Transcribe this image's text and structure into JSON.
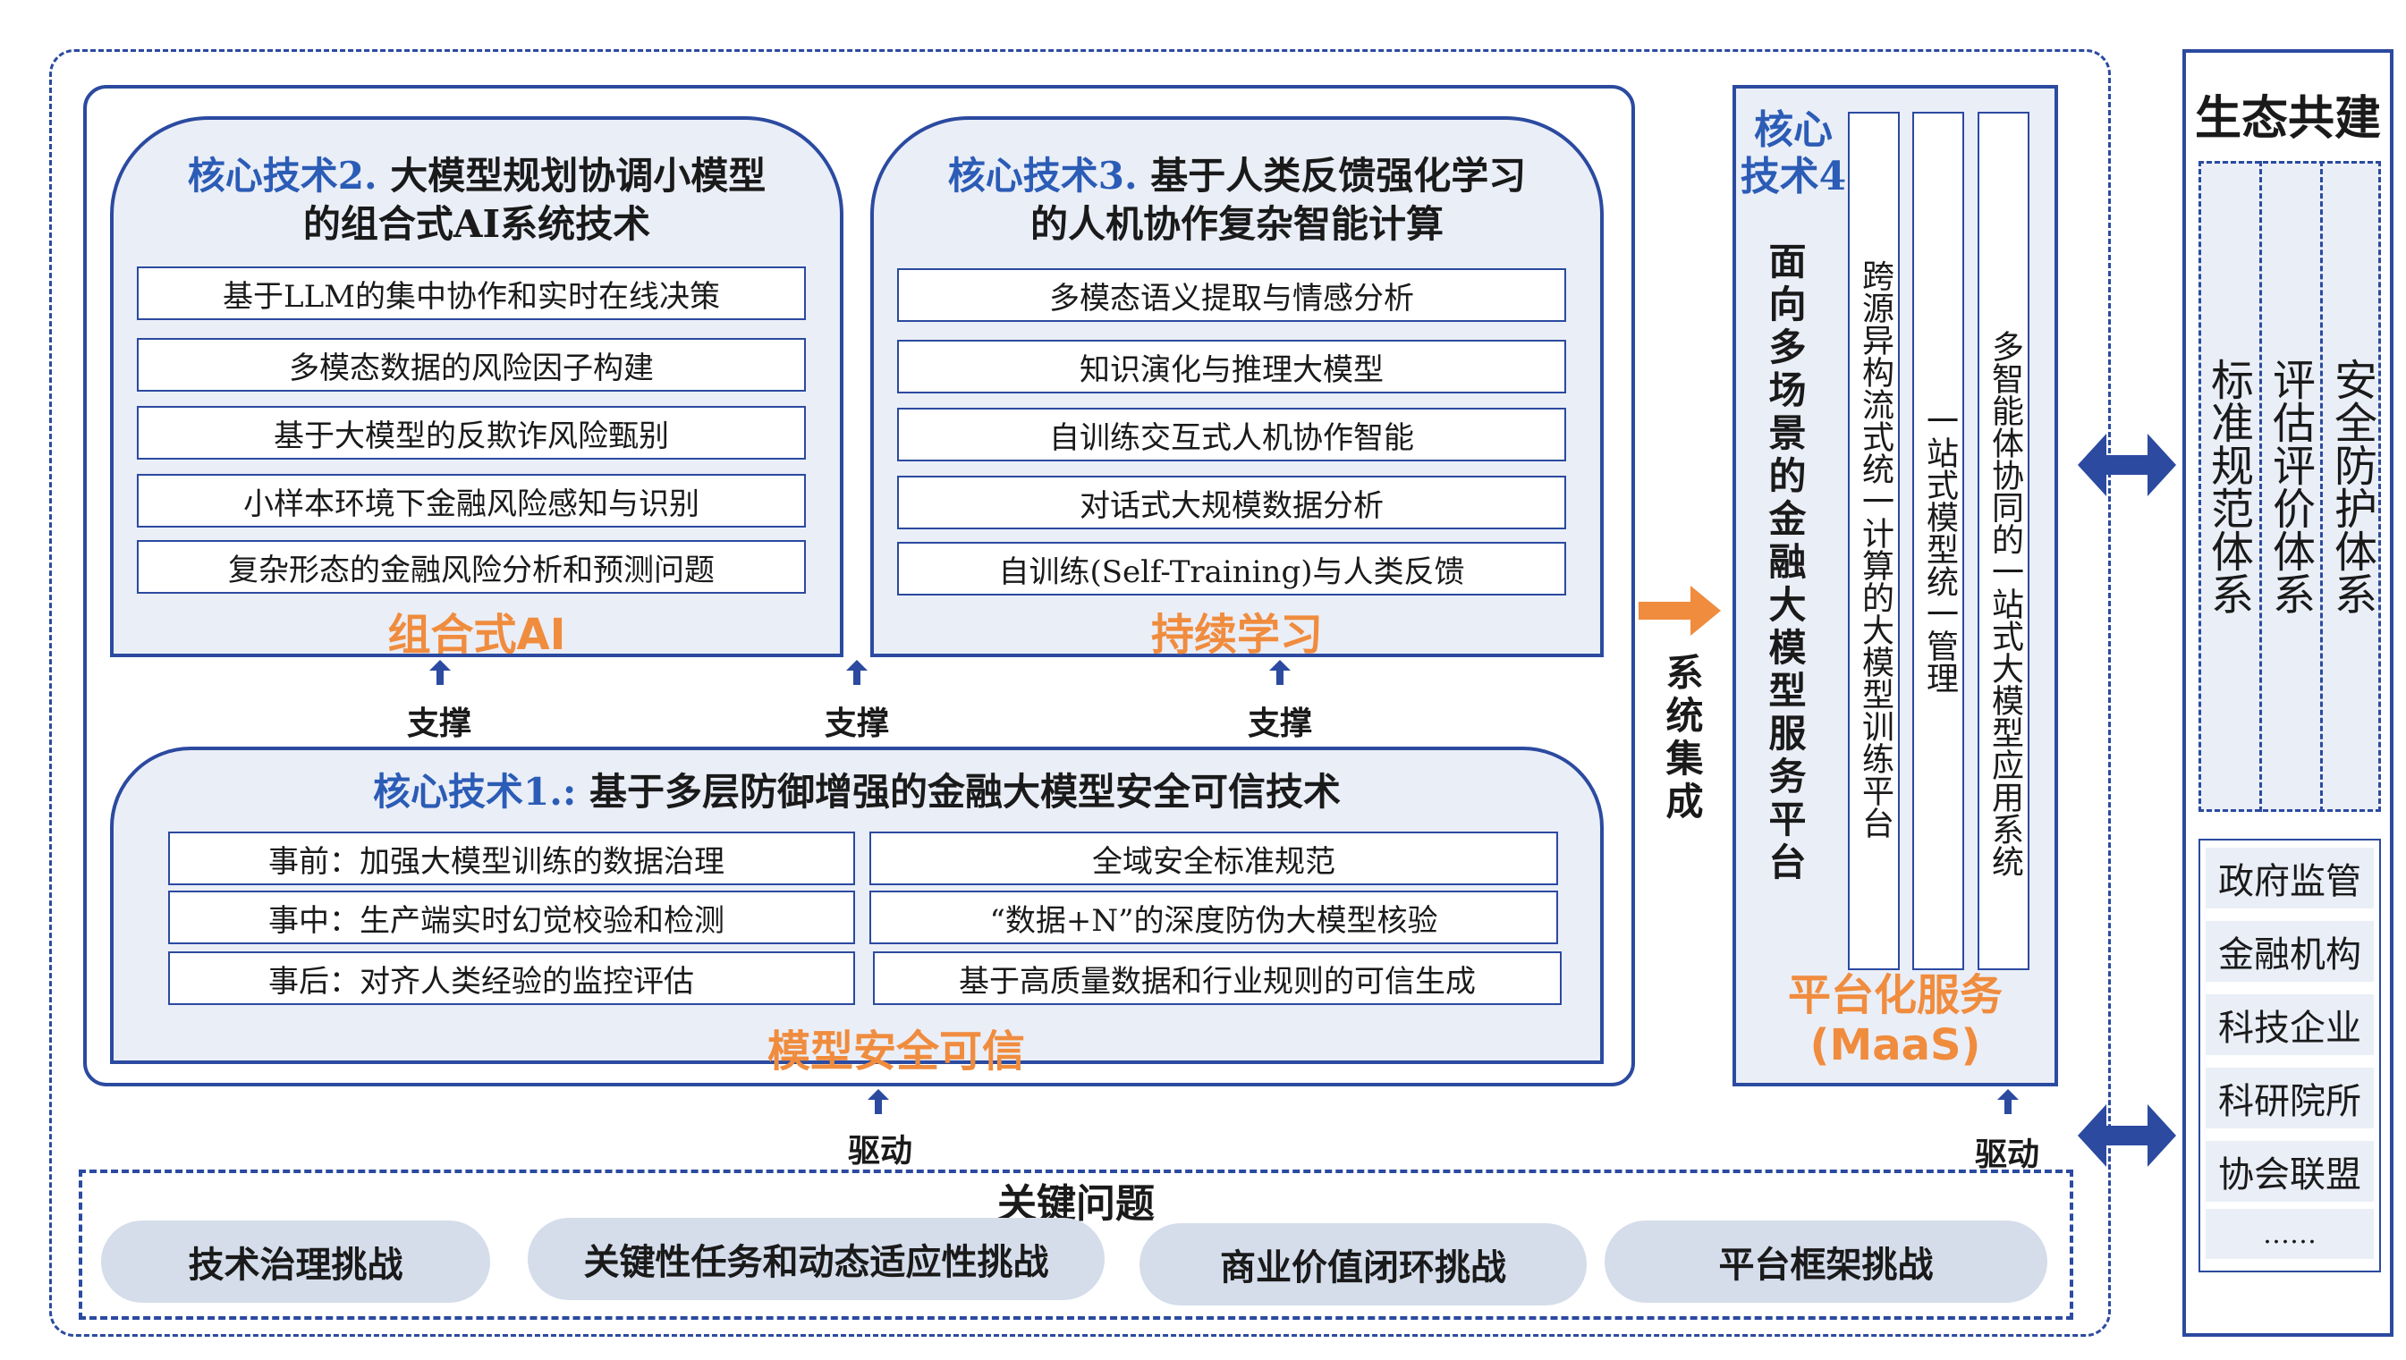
{
  "core2": {
    "prefix": "核心技术2.",
    "title_line1": "大模型规划协调小模型",
    "title_line2": "的组合式AI系统技术",
    "items": [
      "基于LLM的集中协作和实时在线决策",
      "多模态数据的风险因子构建",
      "基于大模型的反欺诈风险甄别",
      "小样本环境下金融风险感知与识别",
      "复杂形态的金融风险分析和预测问题"
    ],
    "footer": "组合式AI"
  },
  "core3": {
    "prefix": "核心技术3.",
    "title_line1": "基于人类反馈强化学习",
    "title_line2": "的人机协作复杂智能计算",
    "items": [
      "多模态语义提取与情感分析",
      "知识演化与推理大模型",
      "自训练交互式人机协作智能",
      "对话式大规模数据分析",
      "自训练(Self-Training)与人类反馈"
    ],
    "footer": "持续学习"
  },
  "support_label": "支撑",
  "core1": {
    "prefix": "核心技术1.:",
    "title": "基于多层防御增强的金融大模型安全可信技术",
    "left_items": [
      "事前：加强大模型训练的数据治理",
      "事中：生产端实时幻觉校验和检测",
      "事后：对齐人类经验的监控评估"
    ],
    "right_items": [
      "全域安全标准规范",
      "“数据+N”的深度防伪大模型核验",
      "基于高质量数据和行业规则的可信生成"
    ],
    "footer": "模型安全可信"
  },
  "integration_label": "系统集成",
  "core4": {
    "prefix_line1": "核心",
    "prefix_line2": "技术4",
    "title": "面向多场景的金融大模型服务平台",
    "columns": [
      "跨源异构流式统一计算的大模型训练平台",
      "一站式模型统一管理",
      "多智能体协同的一站式大模型应用系统"
    ],
    "footer_line1": "平台化服务",
    "footer_line2": "(MaaS)"
  },
  "drive_label": "驱动",
  "key_issues": {
    "title": "关键问题",
    "items": [
      "技术治理挑战",
      "关键性任务和动态适应性挑战",
      "商业价值闭环挑战",
      "平台框架挑战"
    ]
  },
  "ecosystem": {
    "title": "生态共建",
    "systems": [
      "标准规范体系",
      "评估评价体系",
      "安全防护体系"
    ],
    "members": [
      "政府监管",
      "金融机构",
      "科技企业",
      "科研院所",
      "协会联盟",
      "……"
    ]
  },
  "colors": {
    "blue": "#2b4aa0",
    "title_blue": "#2b5cb6",
    "orange": "#f08c3e",
    "panel_fill": "#eaeef7",
    "pill_fill": "#d5ddeb"
  }
}
